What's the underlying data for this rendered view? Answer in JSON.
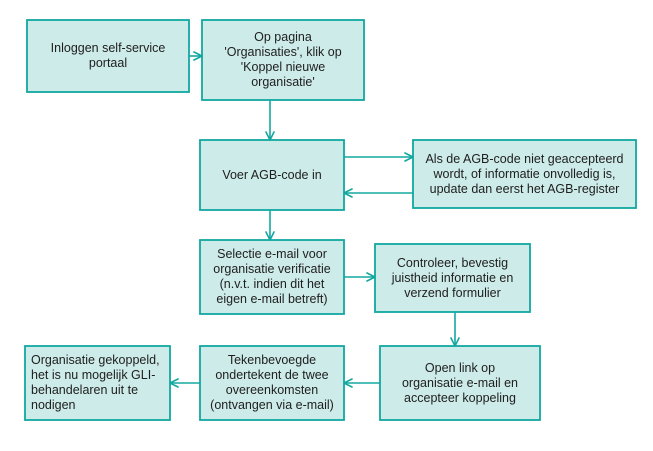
{
  "colors": {
    "stroke": "#12a8a0",
    "fill": "#cdebe9",
    "text": "#1e1e1e",
    "background": "#ffffff"
  },
  "steps": {
    "login": "Inloggen self-service\nportaal",
    "organisations_page": "Op pagina\n'Organisaties', klik op\n'Koppel nieuwe\norganisatie'",
    "enter_agb": "Voer AGB-code in",
    "agb_rejected": "Als de AGB-code niet geaccepteerd\nwordt, of informatie onvolledig is,\nupdate dan eerst het AGB-register",
    "select_email": "Selectie e-mail voor\norganisatie verificatie\n(n.v.t. indien dit het\neigen e-mail betreft)",
    "check_submit": "Controleer, bevestig\njuistheid informatie en\nverzend formulier",
    "open_link": "Open link op\norganisatie e-mail en\naccepteer koppeling",
    "sign_agreements": "Tekenbevoegde\nondertekent de twee\novereenkomsten\n(ontvangen via e-mail)",
    "linked": "Organisatie gekoppeld,\nhet is nu mogelijk GLI-\nbehandelaren uit te\nnodigen"
  }
}
